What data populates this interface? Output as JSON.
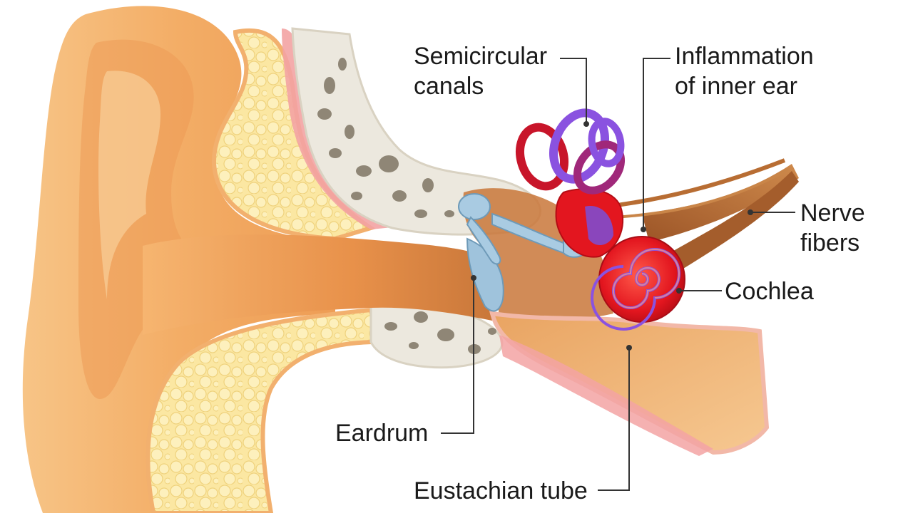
{
  "diagram": {
    "labels": {
      "semicircular_canals": {
        "line1": "Semicircular",
        "line2": "canals"
      },
      "inflammation": {
        "line1": "Inflammation",
        "line2": "of inner ear"
      },
      "nerve_fibers": {
        "line1": "Nerve",
        "line2": "fibers"
      },
      "cochlea": "Cochlea",
      "eardrum": "Eardrum",
      "eustachian_tube": "Eustachian tube"
    },
    "colors": {
      "skin": "#f5b46e",
      "skin_shadow": "#e8914a",
      "canal": "#f1a15e",
      "fat": "#fbe59a",
      "bone": "#ece8de",
      "bone_pores": "#8f8676",
      "muscle": "#f3a3a3",
      "ossicles": "#9fc3dc",
      "inflamed": "#e0202a",
      "canal_purple": "#8a52e0",
      "nerve": "#b86d33",
      "leader_line": "#333333"
    }
  }
}
